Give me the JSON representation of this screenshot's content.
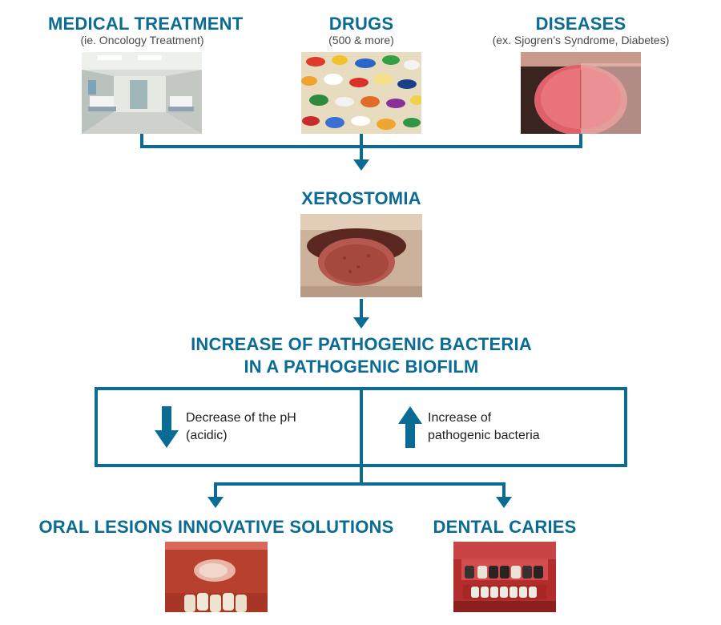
{
  "sources": [
    {
      "title": "MEDICAL TREATMENT",
      "subtitle": "(ie. Oncology Treatment)",
      "image": "hospital-ward-photo"
    },
    {
      "title": "DRUGS",
      "subtitle": "(500 & more)",
      "image": "pills-photo"
    },
    {
      "title": "DISEASES",
      "subtitle": "(ex. Sjogren’s Syndrome, Diabetes)",
      "image": "tongue-comparison-photo"
    }
  ],
  "xerostomia": {
    "title": "XEROSTOMIA",
    "image": "dry-tongue-photo"
  },
  "bacteria": {
    "line1": "INCREASE OF PATHOGENIC BACTERIA",
    "line2": "IN A PATHOGENIC BIOFILM"
  },
  "effects": {
    "left": {
      "line1": "Decrease of the pH",
      "line2": "(acidic)",
      "icon": "arrow-down-icon"
    },
    "right": {
      "line1": "Increase of",
      "line2": "pathogenic bacteria",
      "icon": "arrow-up-icon"
    }
  },
  "outcomes": [
    {
      "title": "ORAL LESIONS INNOVATIVE SOLUTIONS",
      "image": "oral-lesion-photo"
    },
    {
      "title": "DENTAL CARIES",
      "image": "dental-caries-photo"
    }
  ],
  "colors": {
    "primary": "#0a6c94",
    "subtitle": "#4a4a4a",
    "text": "#1f1f1f"
  }
}
